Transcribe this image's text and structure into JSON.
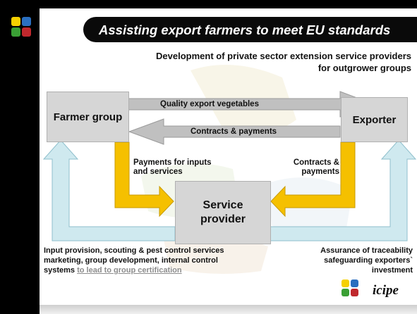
{
  "slide": {
    "title": "Assisting export farmers to meet EU standards",
    "subtitle_line1": "Development of private sector extension service providers",
    "subtitle_line2": "for outgrower groups"
  },
  "nodes": {
    "farmer_group": "Farmer group",
    "exporter": "Exporter",
    "service_provider_line1": "Service",
    "service_provider_line2": "provider"
  },
  "flows": {
    "quality_export": "Quality export vegetables",
    "contracts_payments_top": "Contracts & payments",
    "payments_inputs_line1": "Payments for inputs",
    "payments_inputs_line2": "and services",
    "contracts_right_line1": "Contracts &",
    "contracts_right_line2": "payments"
  },
  "notes": {
    "left_line1": "Input provision, scouting & pest control services",
    "left_line2": "marketing, group development, internal control",
    "left_line3": "systems",
    "left_link": "to lead to group certification",
    "right_line1": "Assurance of traceability",
    "right_line2": "safeguarding exporters`",
    "right_line3": "investment"
  },
  "logo": {
    "name": "icipe"
  },
  "colors": {
    "gold_arrow": "#f5c000",
    "gray_arrow": "#c0c0c0",
    "cyan_arrow": "#cfe9ef",
    "box_fill": "#d6d6d6",
    "title_bar": "#0a0a0a"
  }
}
